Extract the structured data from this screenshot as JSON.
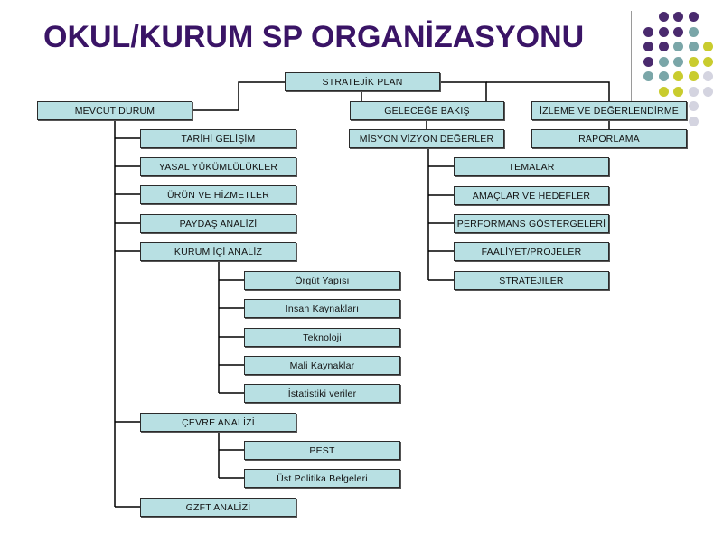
{
  "title": "OKUL/KURUM SP ORGANİZASYONU",
  "colors": {
    "title": "#3a1466",
    "box_fill": "#b8e0e3",
    "dot_purple": "#4a2a6e",
    "dot_teal": "#7aa6a8",
    "dot_yellow": "#c9cc2e",
    "dot_gray": "#d4d4e0"
  },
  "nodes": {
    "root": "STRATEJİK PLAN",
    "mevcut_durum": "MEVCUT DURUM",
    "gelecege_bakis": "GELECEĞE BAKIŞ",
    "izleme": "İZLEME VE DEĞERLENDİRME",
    "raporlama": "RAPORLAMA",
    "misyon": "MİSYON VİZYON DEĞERLER",
    "tarihi": "TARİHİ GELİŞİM",
    "yasal": "YASAL YÜKÜMLÜLÜKLER",
    "urun": "ÜRÜN VE HİZMETLER",
    "paydas": "PAYDAŞ ANALİZİ",
    "kurum_ici": "KURUM İÇİ ANALİZ",
    "orgut": "Örgüt Yapısı",
    "insan": "İnsan Kaynakları",
    "teknoloji": "Teknoloji",
    "mali": "Mali Kaynaklar",
    "istatistiki": "İstatistiki veriler",
    "cevre": "ÇEVRE ANALİZİ",
    "pest": "PEST",
    "ust_politika": "Üst Politika Belgeleri",
    "gzft": "GZFT ANALİZİ",
    "temalar": "TEMALAR",
    "amaclar": "AMAÇLAR VE HEDEFLER",
    "performans": "PERFORMANS GÖSTERGELERİ",
    "faaliyet": "FAALİYET/PROJELER",
    "stratejiler": "STRATEJİLER"
  }
}
